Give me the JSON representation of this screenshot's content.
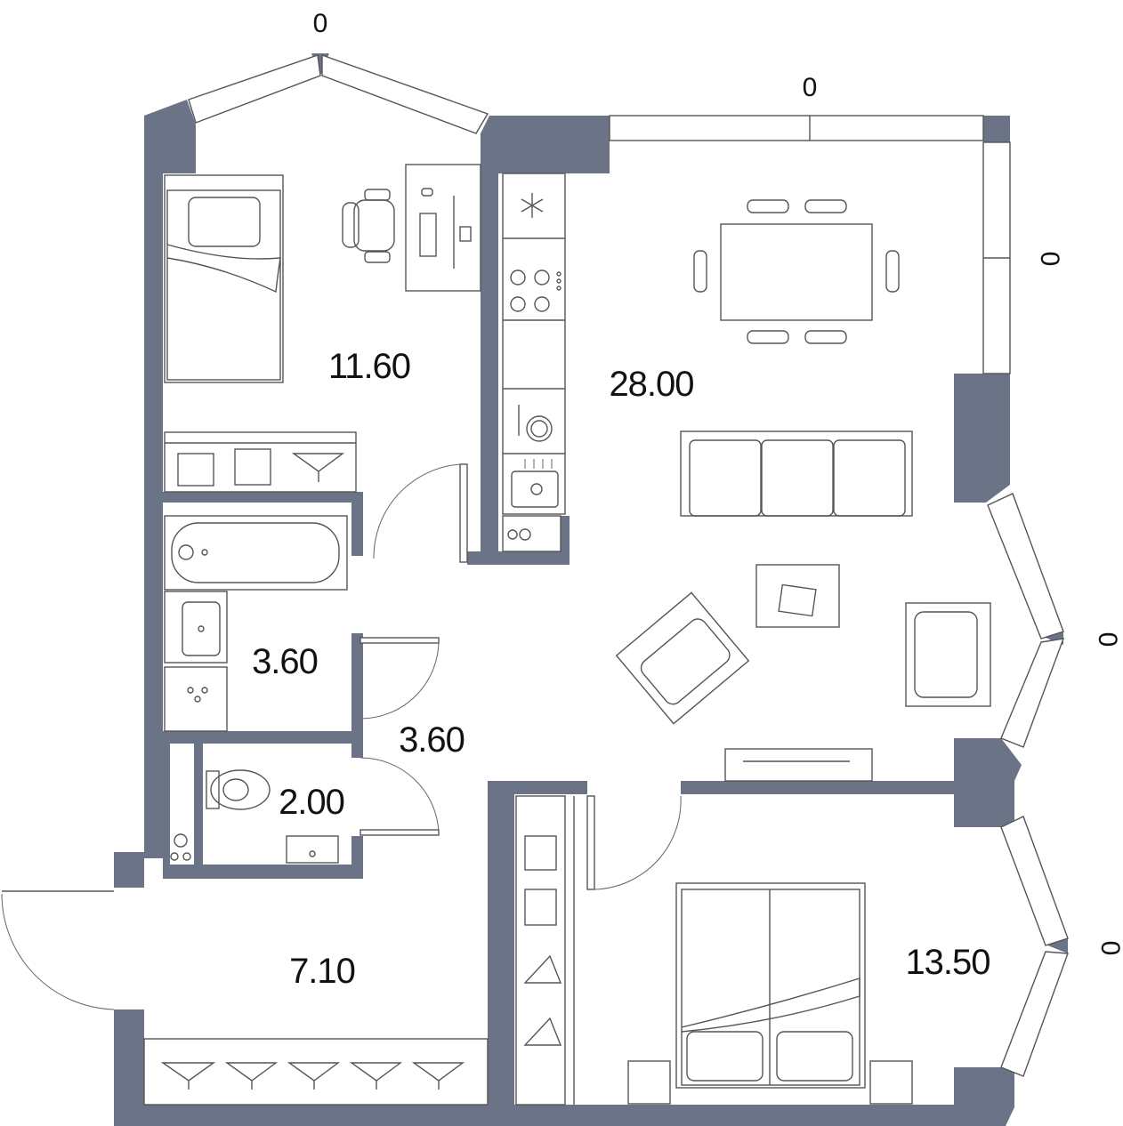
{
  "colors": {
    "wall": "#6b7386",
    "line": "#555555",
    "background": "#ffffff",
    "text": "#111111"
  },
  "rooms": {
    "bedroom_small": "11.60",
    "living_kitchen": "28.00",
    "bathroom": "3.60",
    "hall": "3.60",
    "toilet": "2.00",
    "entrance": "7.10",
    "bedroom_master": "13.50"
  },
  "windows": {
    "top_bay": "0",
    "top_living": "0",
    "right_upper": "0",
    "right_middle": "0",
    "right_lower": "0"
  },
  "icons": [
    "snowflake-icon",
    "stove-icon",
    "dishwasher-icon",
    "sink-icon",
    "washer-icon",
    "hanger-icon",
    "computer-icon",
    "bathtub-icon",
    "toilet-icon",
    "bed-icon",
    "sofa-icon",
    "armchair-icon",
    "dining-table-icon",
    "tv-icon"
  ]
}
